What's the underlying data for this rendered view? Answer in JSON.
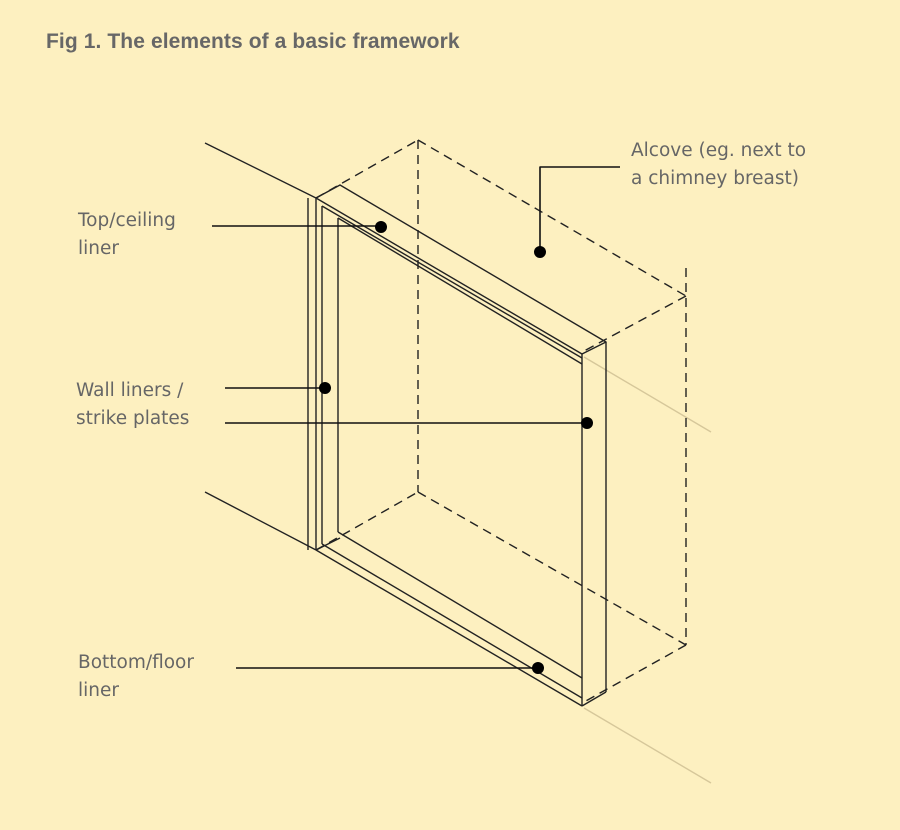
{
  "title": "Fig 1. The elements of a basic framework",
  "labels": {
    "alcove": [
      "Alcove (eg. next to",
      "a chimney breast)"
    ],
    "top_liner": [
      "Top/ceiling",
      "liner"
    ],
    "wall_liners": [
      "Wall liners /",
      "strike plates"
    ],
    "bottom_liner": [
      "Bottom/floor",
      "liner"
    ]
  },
  "colors": {
    "background": "#fdf0c0",
    "line": "#222222",
    "wall_line": "#d6c79a",
    "text": "#666666"
  }
}
